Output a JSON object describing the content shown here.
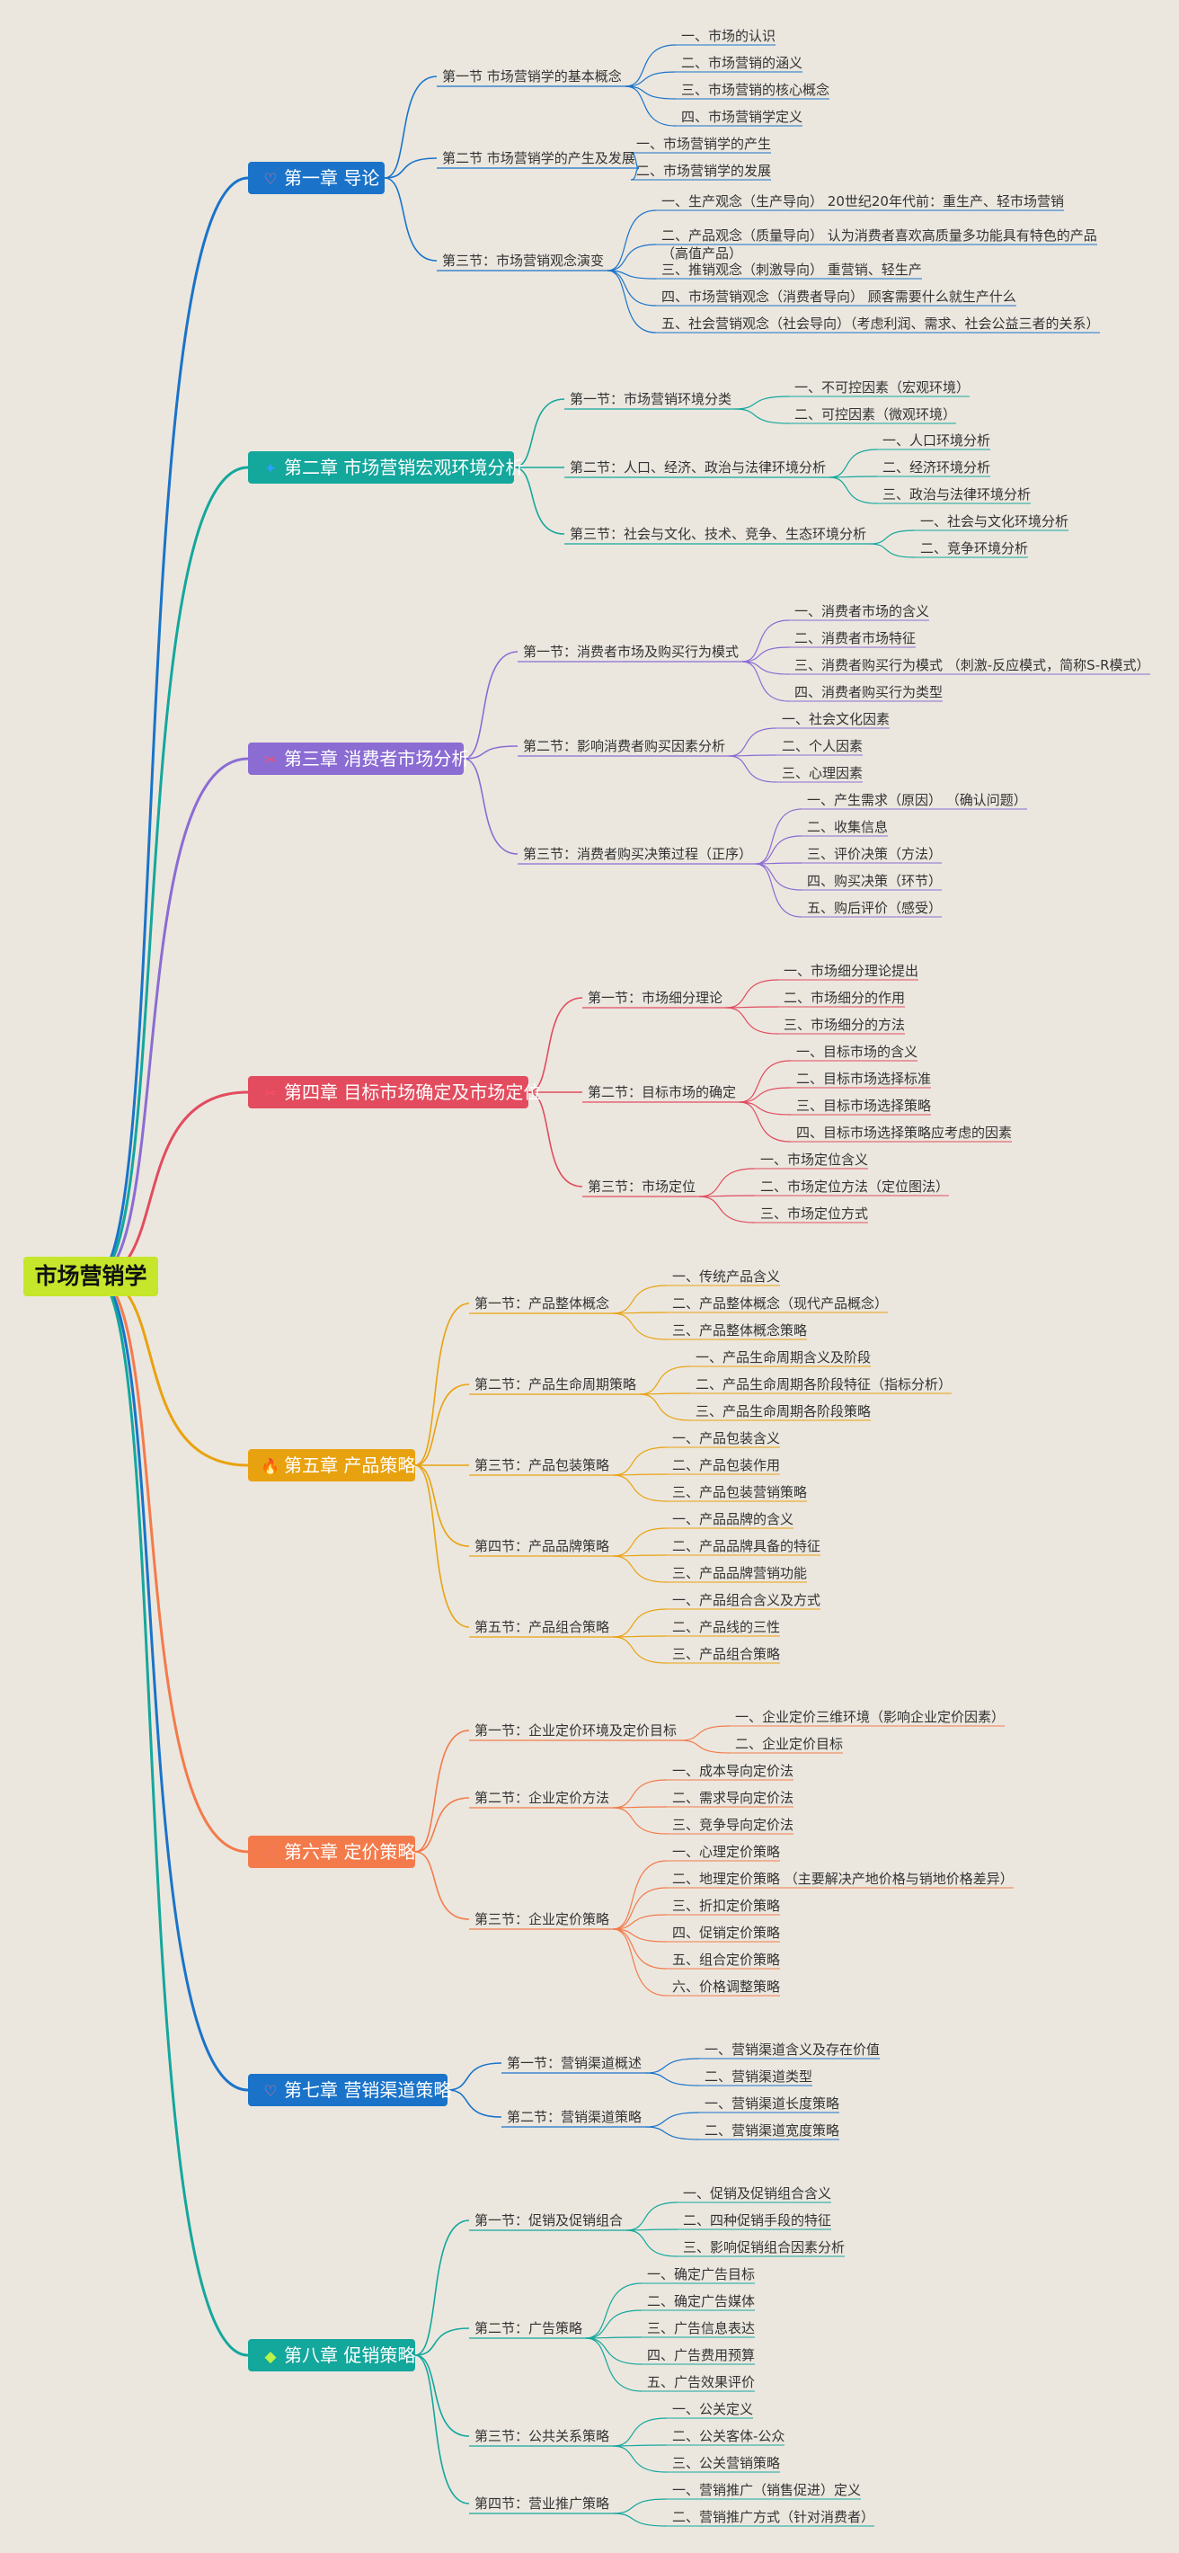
{
  "root": "市场营销学",
  "chapters": [
    {
      "title": "第一章 导论",
      "icon": "heart-outline-icon",
      "color": "#1a73c9",
      "sections": [
        {
          "title": "第一节 市场营销学的基本概念",
          "items": [
            "一、市场的认识",
            "二、市场营销的涵义",
            "三、市场营销的核心概念",
            "四、市场营销学定义"
          ]
        },
        {
          "title": "第二节 市场营销学的产生及发展",
          "items": [
            "一、市场营销学的产生",
            "二、市场营销学的发展"
          ]
        },
        {
          "title": "第三节：市场营销观念演变",
          "items": [
            "一、生产观念（生产导向） 20世纪20年代前：重生产、轻市场营销",
            "二、产品观念（质量导向） 认为消费者喜欢高质量多功能具有特色的产品\n（高值产品）",
            "三、推销观念（刺激导向） 重营销、轻生产",
            "四、市场营销观念（消费者导向） 顾客需要什么就生产什么",
            "五、社会营销观念（社会导向）（考虑利润、需求、社会公益三者的关系）"
          ]
        }
      ]
    },
    {
      "title": "第二章 市场营销宏观环境分析",
      "icon": "sparkle-icon",
      "color": "#14a79c",
      "sections": [
        {
          "title": "第一节：市场营销环境分类",
          "items": [
            "一、不可控因素（宏观环境）",
            "二、可控因素（微观环境）"
          ]
        },
        {
          "title": "第二节：人口、经济、政治与法律环境分析",
          "items": [
            "一、人口环境分析",
            "二、经济环境分析",
            "三、政治与法律环境分析"
          ]
        },
        {
          "title": "第三节：社会与文化、技术、竞争、生态环境分析",
          "items": [
            "一、社会与文化环境分析",
            "二、竞争环境分析"
          ]
        }
      ]
    },
    {
      "title": "第三章 消费者市场分析",
      "icon": "tools-icon",
      "color": "#8b6cd3",
      "sections": [
        {
          "title": "第一节：消费者市场及购买行为模式",
          "items": [
            "一、消费者市场的含义",
            "二、消费者市场特征",
            "三、消费者购买行为模式 （刺激-反应模式，简称S-R模式）",
            "四、消费者购买行为类型"
          ]
        },
        {
          "title": "第二节：影响消费者购买因素分析",
          "items": [
            "一、社会文化因素",
            "二、个人因素",
            "三、心理因素"
          ]
        },
        {
          "title": "第三节：消费者购买决策过程（正序）",
          "items": [
            "一、产生需求（原因） （确认问题）",
            "二、收集信息",
            "三、评价决策（方法）",
            "四、购买决策（环节）",
            "五、购后评价（感受）"
          ]
        }
      ]
    },
    {
      "title": "第四章 目标市场确定及市场定位",
      "icon": "tools-icon",
      "color": "#e24c5e",
      "sections": [
        {
          "title": "第一节：市场细分理论",
          "items": [
            "一、市场细分理论提出",
            "二、市场细分的作用",
            "三、市场细分的方法"
          ]
        },
        {
          "title": "第二节：目标市场的确定",
          "items": [
            "一、目标市场的含义",
            "二、目标市场选择标准",
            "三、目标市场选择策略",
            "四、目标市场选择策略应考虑的因素"
          ]
        },
        {
          "title": "第三节：市场定位",
          "items": [
            "一、市场定位含义",
            "二、市场定位方法（定位图法）",
            "三、市场定位方式"
          ]
        }
      ]
    },
    {
      "title": "第五章 产品策略",
      "icon": "fire-icon",
      "color": "#e9a20f",
      "sections": [
        {
          "title": "第一节：产品整体概念",
          "items": [
            "一、传统产品含义",
            "二、产品整体概念（现代产品概念）",
            "三、产品整体概念策略"
          ]
        },
        {
          "title": "第二节：产品生命周期策略",
          "items": [
            "一、产品生命周期含义及阶段",
            "二、产品生命周期各阶段特征（指标分析）",
            "三、产品生命周期各阶段策略"
          ]
        },
        {
          "title": "第三节：产品包装策略",
          "items": [
            "一、产品包装含义",
            "二、产品包装作用",
            "三、产品包装营销策略"
          ]
        },
        {
          "title": "第四节：产品品牌策略",
          "items": [
            "一、产品品牌的含义",
            "二、产品品牌具备的特征",
            "三、产品品牌营销功能"
          ]
        },
        {
          "title": "第五节：产品组合策略",
          "items": [
            "一、产品组合含义及方式",
            "二、产品线的三性",
            "三、产品组合策略"
          ]
        }
      ]
    },
    {
      "title": "第六章 定价策略",
      "icon": "heart-outline-icon",
      "color": "#f37b4b",
      "sections": [
        {
          "title": "第一节：企业定价环境及定价目标",
          "items": [
            "一、企业定价三维环境（影响企业定价因素）",
            "二、企业定价目标"
          ]
        },
        {
          "title": "第二节：企业定价方法",
          "items": [
            "一、成本导向定价法",
            "二、需求导向定价法",
            "三、竞争导向定价法"
          ]
        },
        {
          "title": "第三节：企业定价策略",
          "items": [
            "一、心理定价策略",
            "二、地理定价策略 （主要解决产地价格与销地价格差异）",
            "三、折扣定价策略",
            "四、促销定价策略",
            "五、组合定价策略",
            "六、价格调整策略"
          ]
        }
      ]
    },
    {
      "title": "第七章 营销渠道策略",
      "icon": "heart-outline-icon",
      "color": "#1a73c9",
      "sections": [
        {
          "title": "第一节：营销渠道概述",
          "items": [
            "一、营销渠道含义及存在价值",
            "二、营销渠道类型"
          ]
        },
        {
          "title": "第二节：营销渠道策略",
          "items": [
            "一、营销渠道长度策略",
            "二、营销渠道宽度策略"
          ]
        }
      ]
    },
    {
      "title": "第八章 促销策略",
      "icon": "diamond-icon",
      "color": "#14a79c",
      "sections": [
        {
          "title": "第一节：促销及促销组合",
          "items": [
            "一、促销及促销组合含义",
            "二、四种促销手段的特征",
            "三、影响促销组合因素分析"
          ]
        },
        {
          "title": "第二节：广告策略",
          "items": [
            "一、确定广告目标",
            "二、确定广告媒体",
            "三、广告信息表达",
            "四、广告费用预算",
            "五、广告效果评价"
          ]
        },
        {
          "title": "第三节：公共关系策略",
          "items": [
            "一、公关定义",
            "二、公关客体-公众",
            "三、公关营销策略"
          ]
        },
        {
          "title": "第四节：营业推广策略",
          "items": [
            "一、营销推广（销售促进）定义",
            "二、营销推广方式（针对消费者）"
          ]
        }
      ]
    }
  ]
}
